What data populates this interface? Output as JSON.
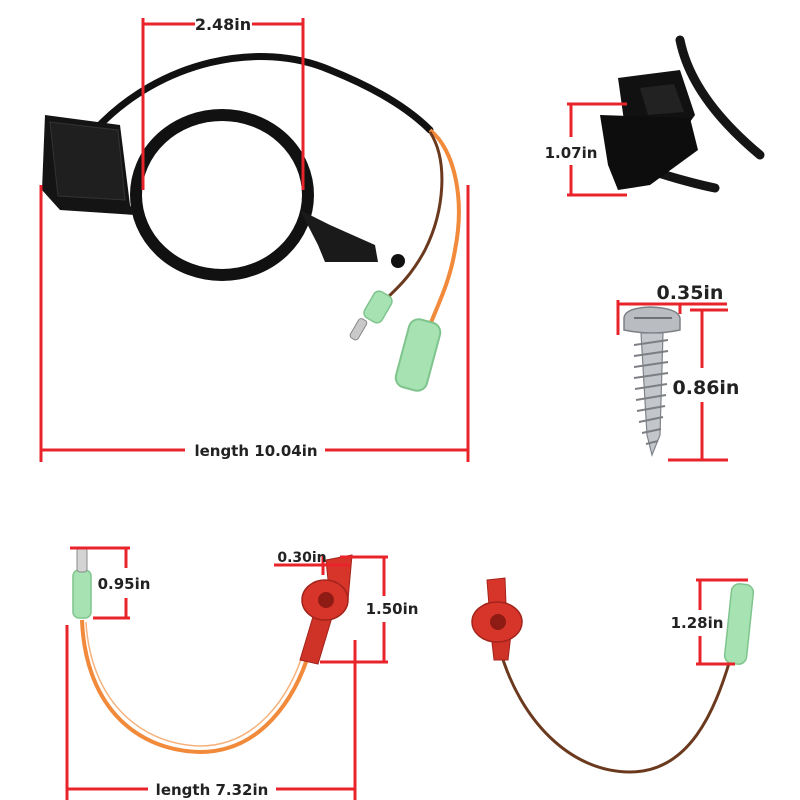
{
  "colors": {
    "dimension_line": "#e8232a",
    "housing": "#111111",
    "wire_orange": "#f28a3c",
    "wire_brown": "#6b3a1e",
    "red_connector": "#d8352a",
    "green_sleeve": "#a7e3b2",
    "screw_metal": "#b9bcc0"
  },
  "labels": {
    "coil_ring_width": "2.48in",
    "coil_total_length": "length 10.04in",
    "clip_height": "1.07in",
    "screw_head": "0.35in",
    "screw_length": "0.86in",
    "orange_pin_length": "0.95in",
    "orange_cap_width": "0.30in",
    "orange_cap_height": "1.50in",
    "orange_wire_length": "length 7.32in",
    "brown_sleeve_length": "1.28in"
  }
}
